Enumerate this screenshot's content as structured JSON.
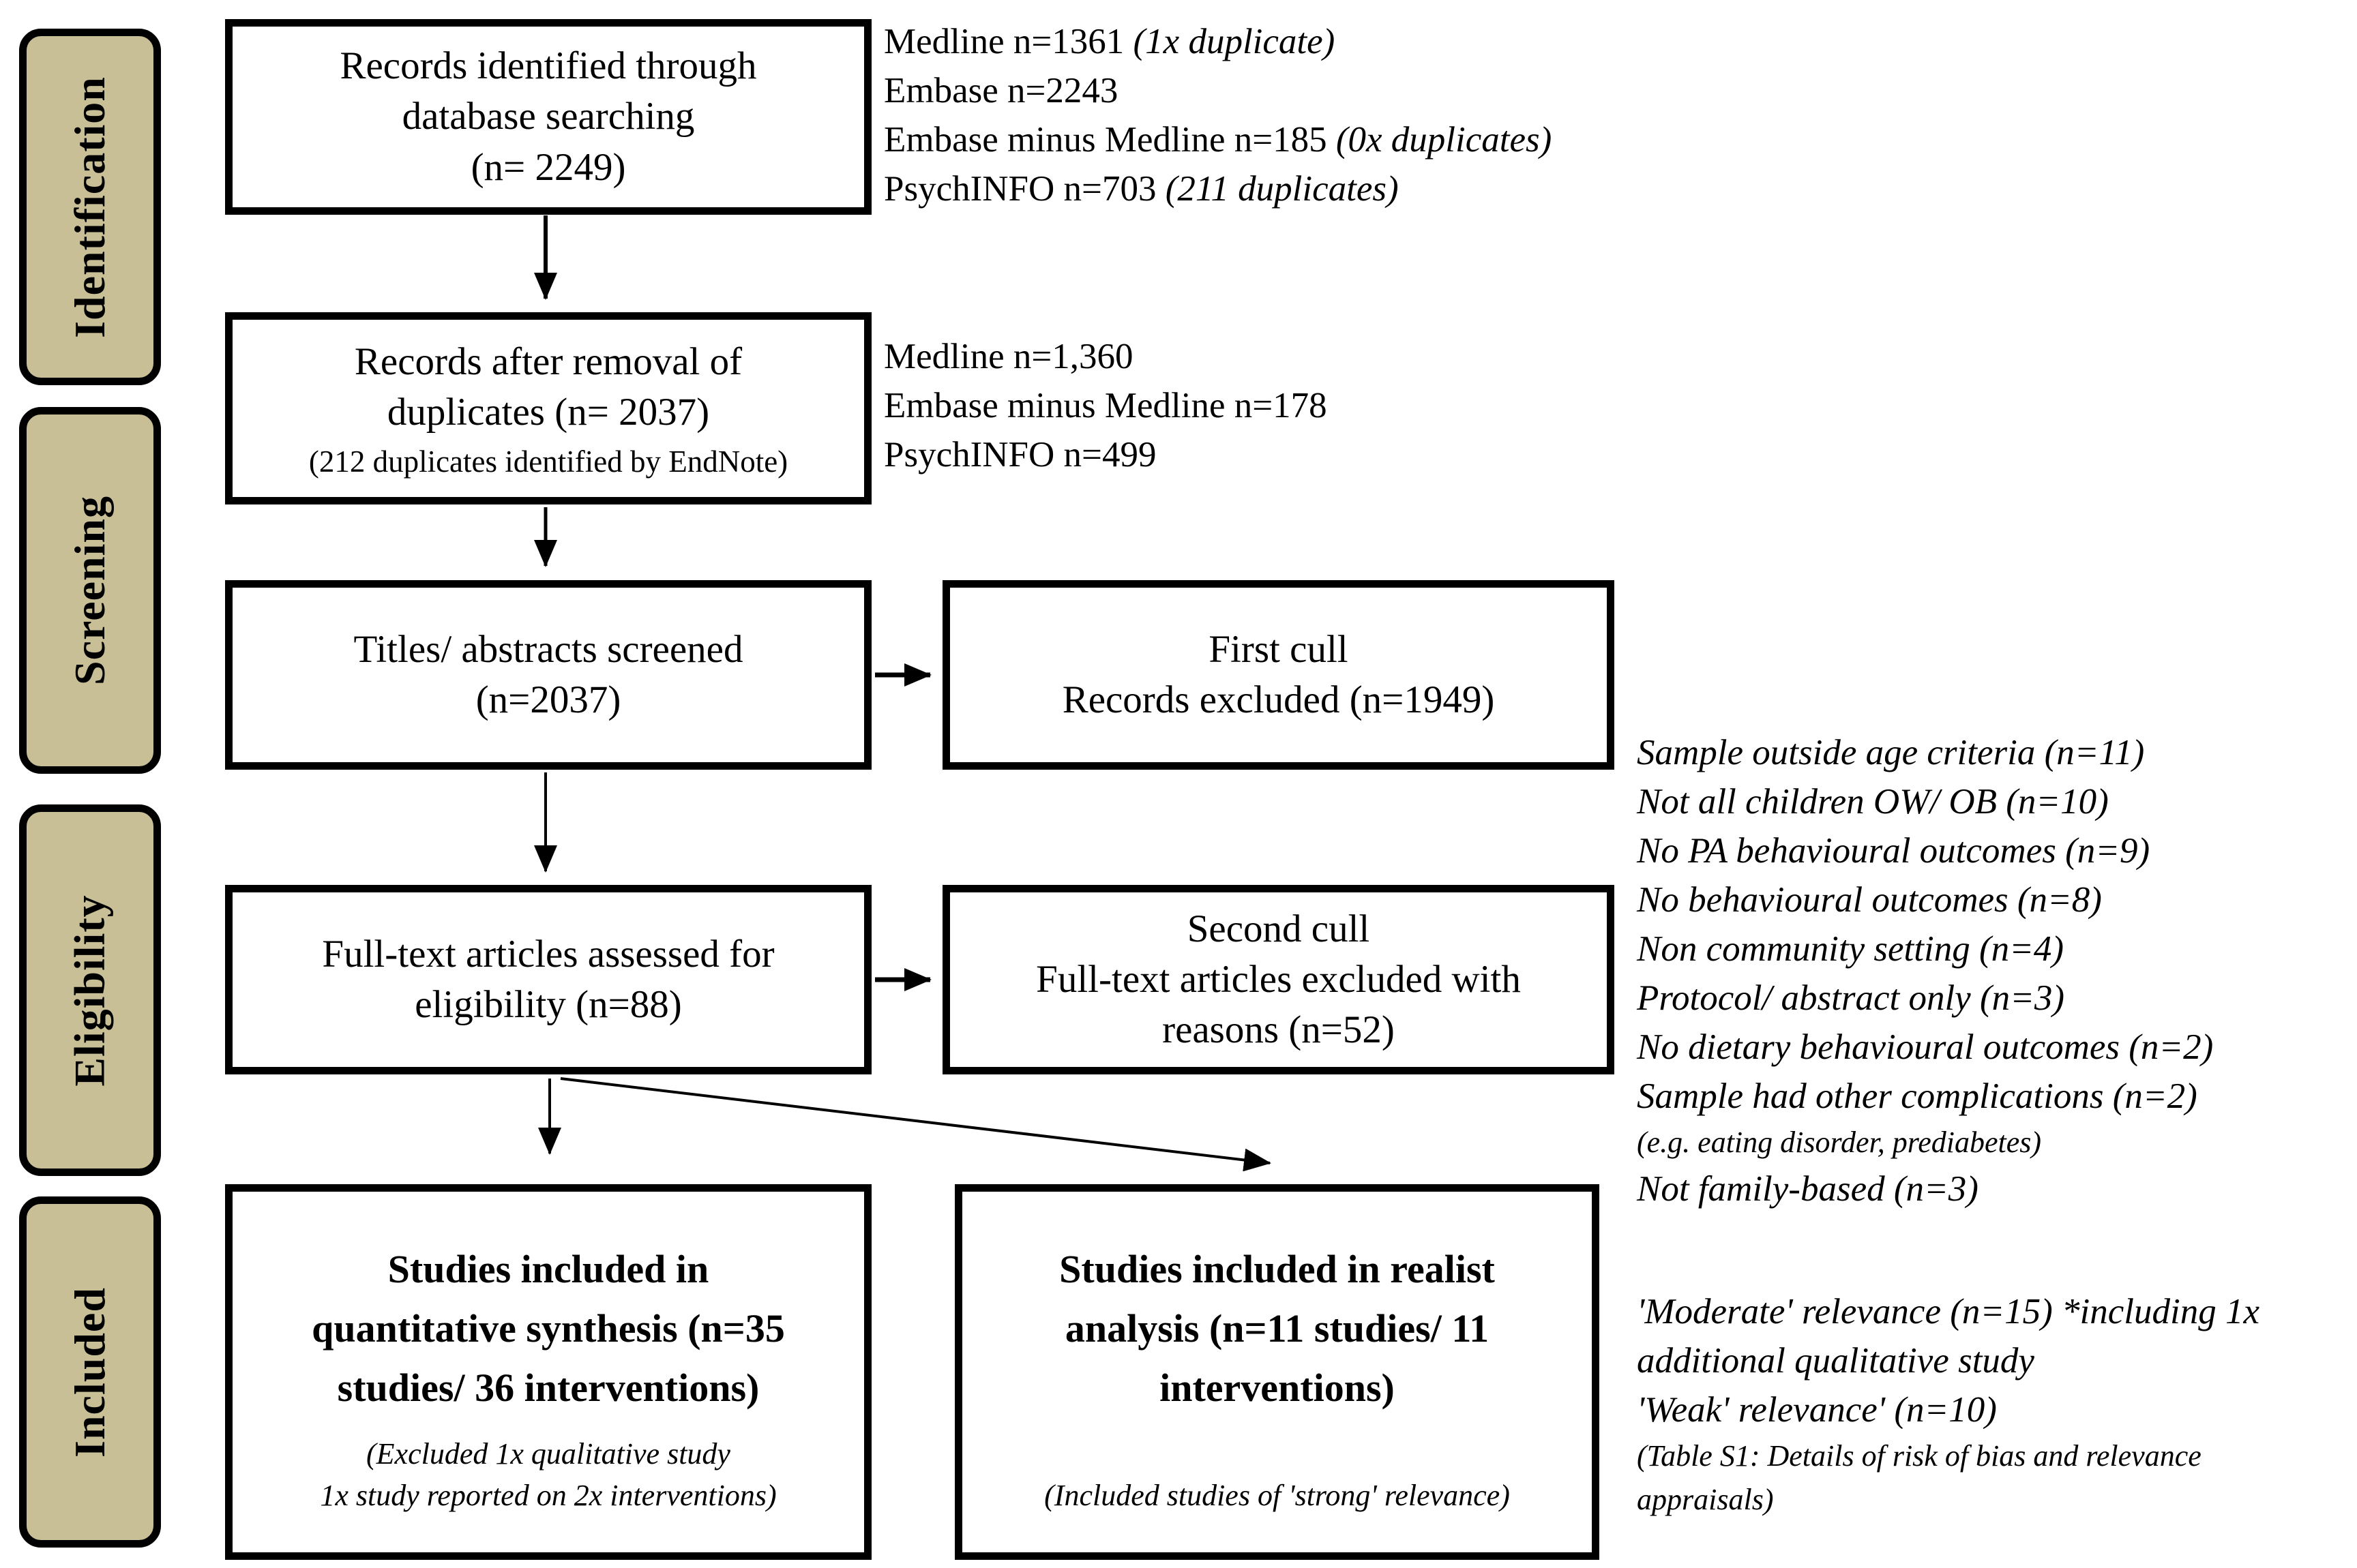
{
  "figure": {
    "type": "PRISMA flow diagram",
    "colors": {
      "stage_fill": "#C9BF97",
      "line_color": "#000000",
      "background": "#ffffff"
    }
  },
  "sidebar": {
    "labels": [
      "Identification",
      "Screening",
      "Eligibility",
      "Included"
    ]
  },
  "boxes": {
    "identified": {
      "lines": [
        "Records identified through",
        "database searching",
        "(n= 2249)"
      ]
    },
    "deduplicated": {
      "lines": [
        "Records after removal of",
        "duplicates (n= 2037)"
      ],
      "sub": "(212 duplicates identified by EndNote)"
    },
    "screened": {
      "lines": [
        "Titles/ abstracts screened",
        "(n=2037)"
      ]
    },
    "first_cull": {
      "lines": [
        "First cull",
        "Records excluded (n=1949)"
      ]
    },
    "fulltext": {
      "lines": [
        "Full-text articles assessed for",
        "eligibility (n=88)"
      ]
    },
    "second_cull": {
      "lines": [
        "Second cull",
        "Full-text articles excluded with",
        "reasons (n=52)"
      ]
    },
    "quantitative": {
      "title_lines": [
        "Studies included in",
        "quantitative synthesis (n=35",
        "studies/ 36 interventions)"
      ],
      "note_lines": [
        "(Excluded 1x qualitative study",
        "1x study reported on 2x interventions)"
      ]
    },
    "realist": {
      "title_lines": [
        "Studies included in realist",
        "analysis (n=11 studies/ 11",
        "interventions)"
      ],
      "note_lines": [
        "(Included studies of 'strong' relevance)"
      ]
    }
  },
  "annotations": {
    "db_initial": [
      {
        "text": "Medline n=1361 ",
        "note": "(1x duplicate)"
      },
      {
        "text": "Embase n=2243",
        "note": ""
      },
      {
        "text": "Embase minus Medline n=185 ",
        "note": "(0x duplicates)"
      },
      {
        "text": "PsychINFO n=703 ",
        "note": "(211 duplicates)"
      }
    ],
    "db_deduplicated": [
      "Medline n=1,360",
      "Embase minus Medline n=178",
      "PsychINFO n=499"
    ],
    "exclusion_reasons": [
      "Sample outside age criteria (n=11)",
      "Not all children OW/ OB (n=10)",
      "No PA behavioural outcomes (n=9)",
      "No behavioural outcomes (n=8)",
      "Non community setting (n=4)",
      "Protocol/ abstract only (n=3)",
      "No dietary behavioural outcomes (n=2)",
      "Sample had other complications (n=2)",
      "(e.g. eating disorder, prediabetes)",
      "Not family-based (n=3)"
    ],
    "relevance": [
      "'Moderate' relevance (n=15) *including 1x",
      "additional qualitative study",
      "'Weak' relevance' (n=10)",
      "(Table S1: Details of risk of bias and relevance",
      "appraisals)"
    ]
  }
}
